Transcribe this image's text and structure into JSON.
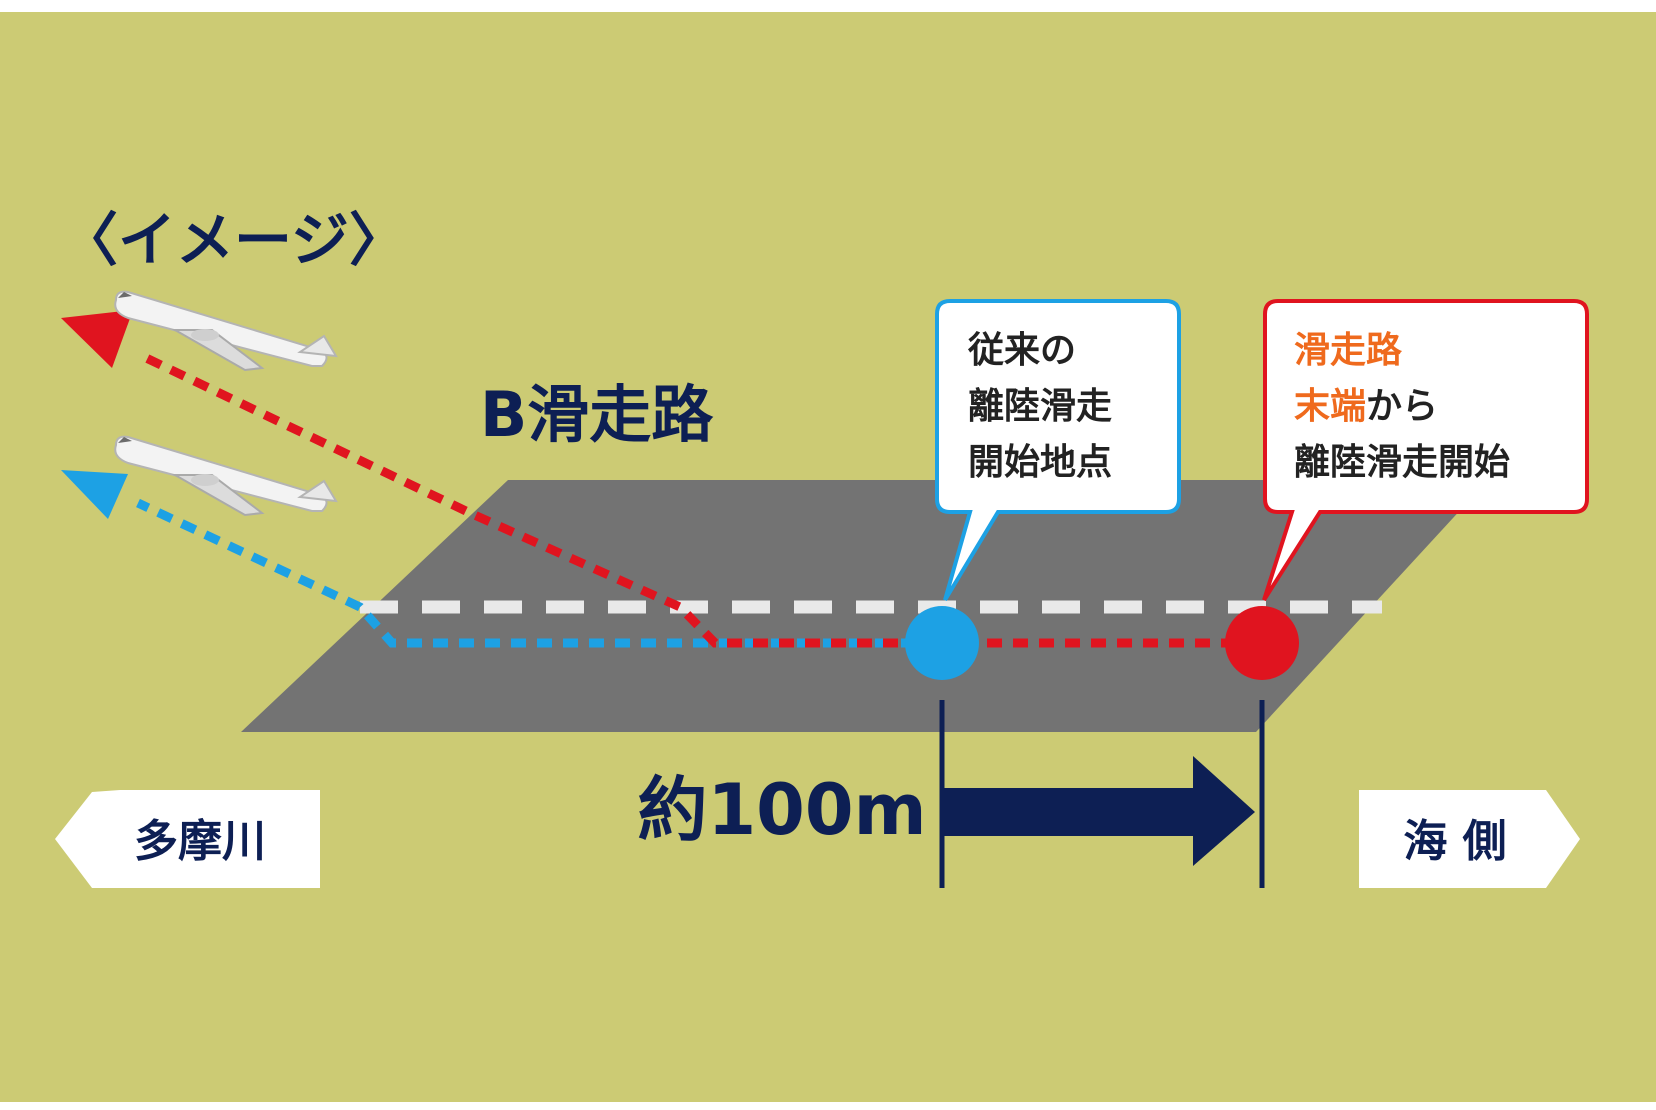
{
  "title": "〈イメージ〉",
  "runway_label": "B滑走路",
  "conventional_callout": {
    "lines": [
      "従来の",
      "離陸滑走",
      "開始地点"
    ]
  },
  "new_callout": {
    "line1_highlight": "滑走路",
    "line2_highlight": "末端",
    "line2_rest": "から",
    "line3": "離陸滑走開始"
  },
  "distance_label": "約100m",
  "left_direction_label": "多摩川",
  "right_direction_label": "海 側",
  "colors": {
    "background": "#cccb74",
    "runway": "#737373",
    "navy": "#0d1f54",
    "conventional_blue": "#1da1e4",
    "new_red": "#e0141f",
    "highlight_orange": "#ef6a1d",
    "white": "#ffffff"
  }
}
